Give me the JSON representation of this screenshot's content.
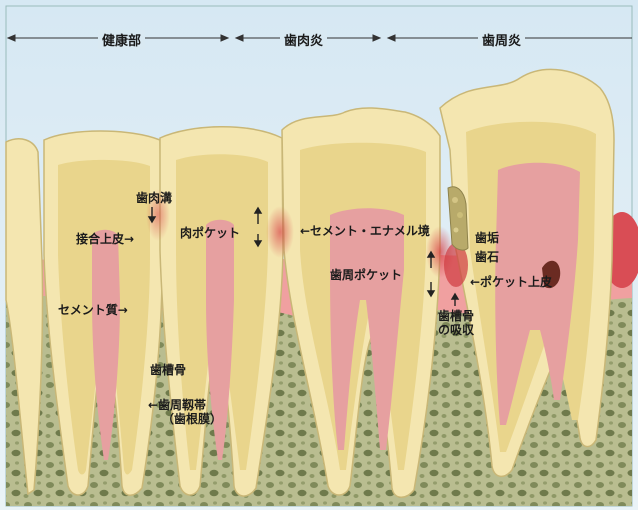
{
  "header": {
    "sections": [
      "健康部",
      "歯肉炎",
      "歯周炎"
    ]
  },
  "labels": {
    "shinikukou": "歯肉溝",
    "setsugou_johi": "接合上皮→",
    "niku_pocket": "肉ポケット",
    "cej": "←セメント・エナメル境",
    "sementshitsu": "セメント質→",
    "shishu_pocket": "歯周ポケット",
    "shiko": "歯垢",
    "shiseki": "歯石",
    "pocket_johi": "←ポケット上皮",
    "shisoukotsu_kyushu_1": "歯槽骨",
    "shisoukotsu_kyushu_2": "の吸収",
    "shisoukotsu": "歯槽骨",
    "jintai_1": "←歯周靱帯",
    "jintai_2": "（歯根膜）"
  },
  "colors": {
    "sky": "#d9e9f2",
    "gum": "#e98d8d",
    "enamel": "#f4e6b0",
    "dentin": "#e9d58c",
    "pulp": "#e6a0a0",
    "bone": "#a7ad7f",
    "inflamed": "#d9474a"
  }
}
